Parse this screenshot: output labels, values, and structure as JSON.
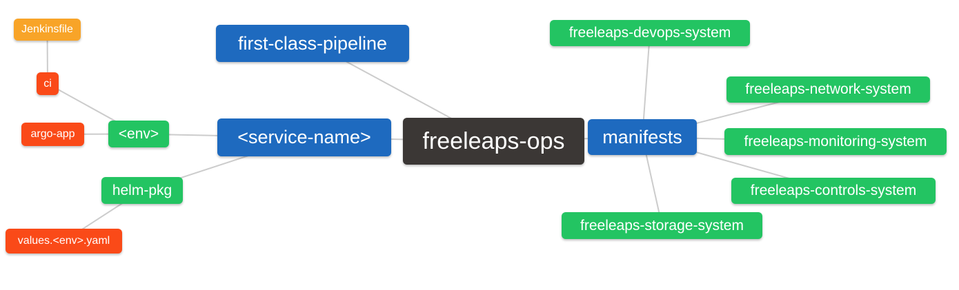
{
  "diagram": {
    "type": "mindmap",
    "root_label": "freeleaps-ops",
    "colors": {
      "blue": "#1E6ABF",
      "green": "#23C462",
      "red": "#FA4A18",
      "orange": "#F8A428",
      "dark": "#3B3735",
      "line": "#CCCCCC",
      "background": "#FFFFFF",
      "text": "#FFFFFF"
    },
    "nodes": [
      {
        "id": "jenkinsfile",
        "label": "Jenkinsfile",
        "color": "orange",
        "level": 3
      },
      {
        "id": "ci",
        "label": "ci",
        "color": "red",
        "level": 3
      },
      {
        "id": "argo-app",
        "label": "argo-app",
        "color": "red",
        "level": 3
      },
      {
        "id": "env",
        "label": "<env>",
        "color": "green",
        "level": 2
      },
      {
        "id": "helm-pkg",
        "label": "helm-pkg",
        "color": "green",
        "level": 2
      },
      {
        "id": "values-env-yaml",
        "label": "values.<env>.yaml",
        "color": "red",
        "level": 3
      },
      {
        "id": "first-class-pipeline",
        "label": "first-class-pipeline",
        "color": "blue",
        "level": 1
      },
      {
        "id": "service-name",
        "label": "<service-name>",
        "color": "blue",
        "level": 1
      },
      {
        "id": "freeleaps-ops",
        "label": "freeleaps-ops",
        "color": "dark",
        "level": 0
      },
      {
        "id": "manifests",
        "label": "manifests",
        "color": "blue",
        "level": 1
      },
      {
        "id": "freeleaps-devops-system",
        "label": "freeleaps-devops-system",
        "color": "green",
        "level": 2
      },
      {
        "id": "freeleaps-network-system",
        "label": "freeleaps-network-system",
        "color": "green",
        "level": 2
      },
      {
        "id": "freeleaps-monitoring-system",
        "label": "freeleaps-monitoring-system",
        "color": "green",
        "level": 2
      },
      {
        "id": "freeleaps-controls-system",
        "label": "freeleaps-controls-system",
        "color": "green",
        "level": 2
      },
      {
        "id": "freeleaps-storage-system",
        "label": "freeleaps-storage-system",
        "color": "green",
        "level": 2
      }
    ],
    "edges": [
      [
        "jenkinsfile",
        "ci"
      ],
      [
        "ci",
        "env"
      ],
      [
        "argo-app",
        "env"
      ],
      [
        "env",
        "service-name"
      ],
      [
        "helm-pkg",
        "service-name"
      ],
      [
        "values-env-yaml",
        "helm-pkg"
      ],
      [
        "first-class-pipeline",
        "freeleaps-ops"
      ],
      [
        "service-name",
        "freeleaps-ops"
      ],
      [
        "freeleaps-ops",
        "manifests"
      ],
      [
        "manifests",
        "freeleaps-devops-system"
      ],
      [
        "manifests",
        "freeleaps-network-system"
      ],
      [
        "manifests",
        "freeleaps-monitoring-system"
      ],
      [
        "manifests",
        "freeleaps-controls-system"
      ],
      [
        "manifests",
        "freeleaps-storage-system"
      ]
    ]
  }
}
